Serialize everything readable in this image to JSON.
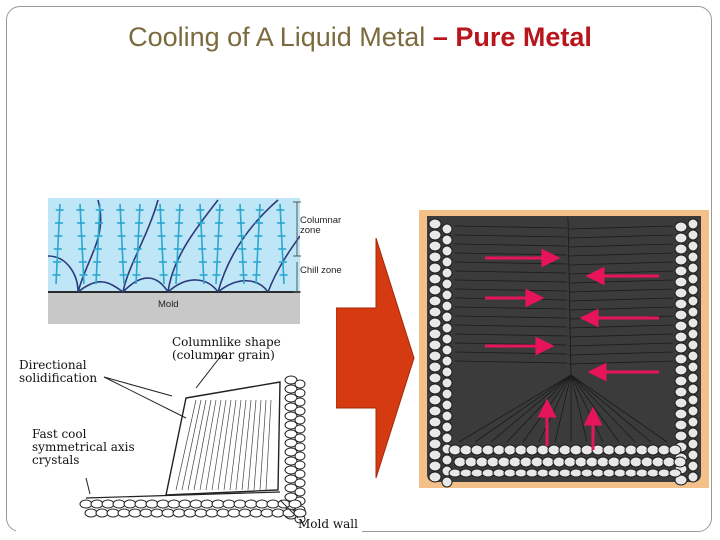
{
  "title": {
    "part1": "Cooling of A Liquid Metal",
    "part2": "– Pure Metal"
  },
  "colors": {
    "title_main": "#7b6a3e",
    "title_accent": "#b8161c",
    "arrow": "#d63a10",
    "flow_arrow": "#e8145a",
    "liquid": "#bfe6f7",
    "crystal": "#2aa7cf",
    "mold": "#c8c8c8",
    "casting_bg": "#f4c08a"
  },
  "top_diagram": {
    "labels": {
      "columnar": "Columnar\nzone",
      "chill": "Chill zone",
      "mold": "Mold"
    }
  },
  "bottom_diagram": {
    "labels": {
      "columnlike": "Columnlike shape\n(columnar grain)",
      "directional": "Directional\nsolidification",
      "fast_cool": "Fast cool\nsymmetrical axis\ncrystals",
      "mold_wall": "Mold wall"
    }
  },
  "icons": {
    "process_arrow": "right-arrow-icon"
  }
}
